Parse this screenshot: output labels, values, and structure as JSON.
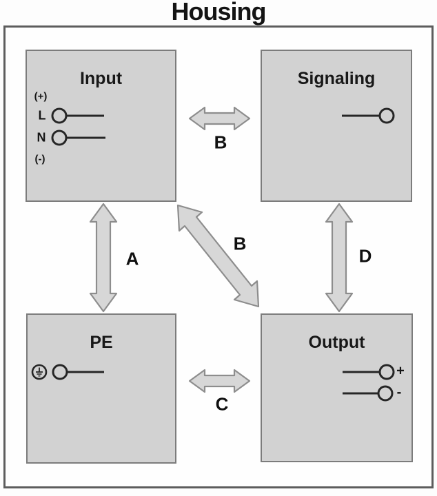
{
  "title": "Housing",
  "blocks": {
    "input": {
      "label": "Input",
      "terminal_labels": {
        "plus": "(+)",
        "line": "L",
        "neutral": "N",
        "minus": "(-)"
      }
    },
    "signaling": {
      "label": "Signaling"
    },
    "pe": {
      "label": "PE"
    },
    "output": {
      "label": "Output",
      "terminal_labels": {
        "plus": "+",
        "minus": "-"
      }
    }
  },
  "arrows": {
    "input_pe": {
      "label": "A"
    },
    "input_signaling": {
      "label": "B"
    },
    "input_output": {
      "label": "B"
    },
    "pe_output": {
      "label": "C"
    },
    "signaling_output": {
      "label": "D"
    }
  },
  "icons": {
    "protective_earth": "protective-earth-ground-symbol"
  },
  "colors": {
    "block_fill": "#d2d2d2",
    "block_border": "#7c7c7c",
    "arrow_fill": "#d7d7d7",
    "arrow_border": "#8d8d8d",
    "housing_border": "#5d5d5d",
    "terminal_stroke": "#262626",
    "text": "#141414",
    "background": "#fdfdfd"
  }
}
